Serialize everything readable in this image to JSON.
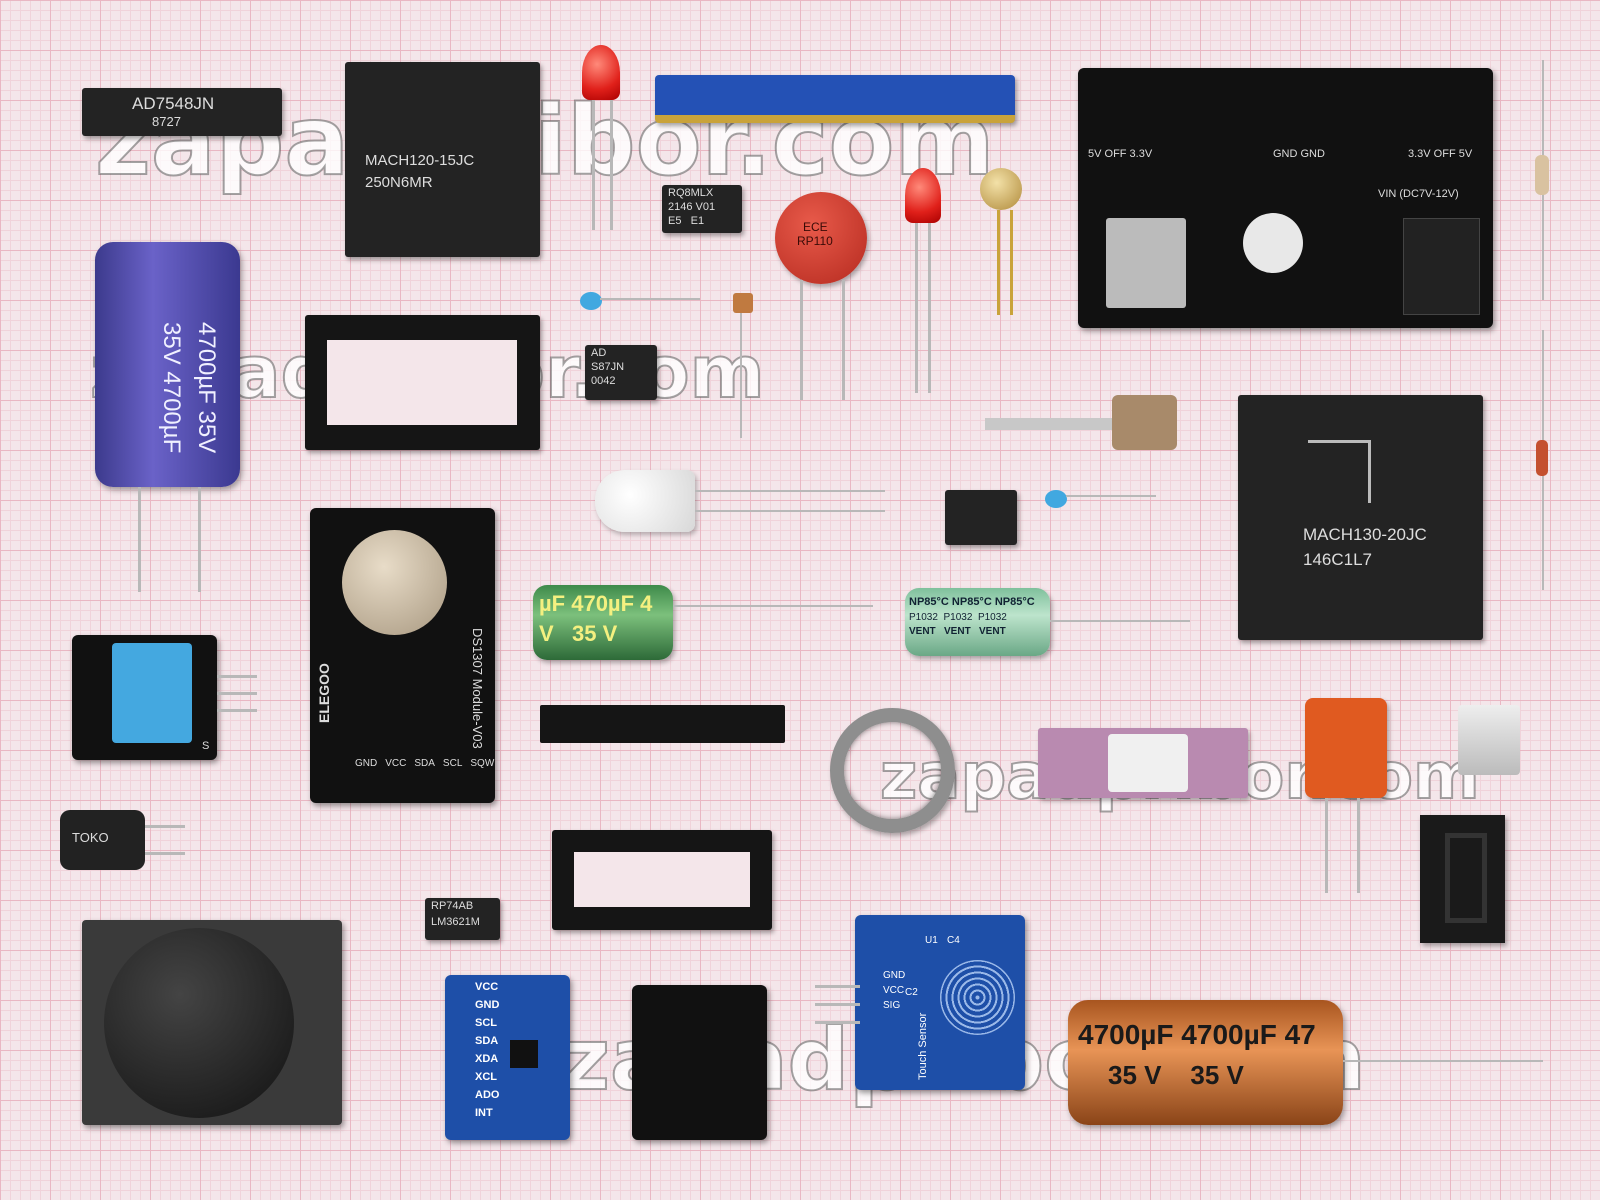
{
  "watermark": {
    "text": "zapadpribor.com"
  },
  "components": {
    "ad7548": {
      "line1": "AD7548JN",
      "line2": "8727"
    },
    "mach_small": {
      "line1": "MACH120-15JC",
      "line2": "250N6MR"
    },
    "rq8mlx": {
      "line1": "RQ8MLX",
      "line2": "2146 V01",
      "line3": "E5   E1"
    },
    "cap_4700_blue": {
      "line1": "35V 4700µF",
      "line2": "4700µF 35V"
    },
    "ad_dip8": {
      "line1": "AD",
      "line2": "S87JN",
      "line3": "0042"
    },
    "varistor": {
      "line1": "ECE",
      "line2": "RP110"
    },
    "power_module": {
      "labels": [
        "5V OFF 3.3V",
        "GND GND",
        "VIN (DC7V-12V)",
        "3.3V OFF 5V"
      ]
    },
    "mach_large": {
      "line1": "MACH130-20JC",
      "line2": "146C1L7"
    },
    "cap_470_green": {
      "line1": "µF 470µF 4",
      "line2": "V   35 V"
    },
    "cap_np": {
      "line1": "NP85°C NP85°C NP85°C",
      "line2": "P1032  P1032  P1032",
      "line3": "VENT   VENT   VENT"
    },
    "rtc_module": {
      "brand": "ELEGOO",
      "name": "DS1307 Module-V03",
      "pins": [
        "GND",
        "VCC",
        "SDA",
        "SCL",
        "SQW"
      ]
    },
    "lm3621": {
      "line1": "RP74AB",
      "line2": "LM3621M"
    },
    "gy521": {
      "pins": [
        "VCC",
        "GND",
        "SCL",
        "SDA",
        "XDA",
        "XCL",
        "ADO",
        "INT"
      ]
    },
    "touch": {
      "name": "Touch Sensor",
      "pins": [
        "GND",
        "VCC",
        "SIG"
      ],
      "labels": [
        "U1",
        "C4",
        "C2"
      ]
    },
    "cap_4700_orange": {
      "line1": "4700µF 4700µF 47",
      "line2": "35 V    35 V"
    },
    "inductor": {
      "line1": "TOKO"
    },
    "dht": {
      "line1": "S"
    }
  }
}
